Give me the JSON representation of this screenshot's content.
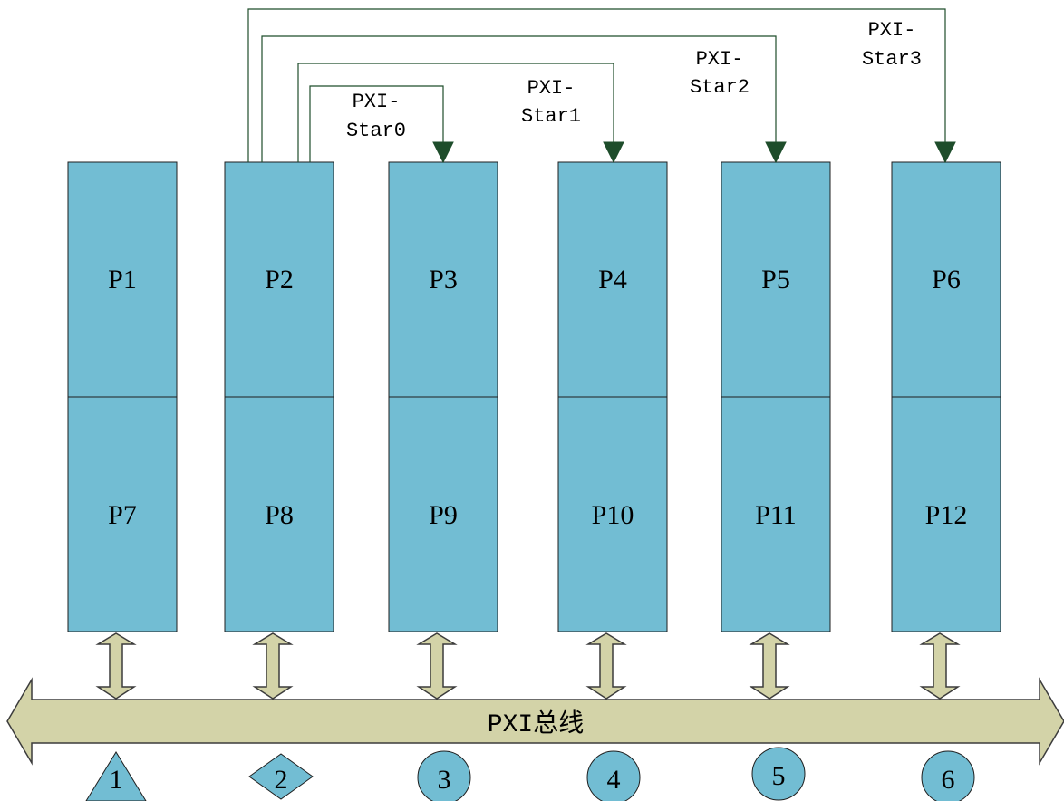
{
  "colors": {
    "slot_fill": "#72BDD3",
    "slot_stroke": "#1F1F1F",
    "bus_fill": "#D3D3A8",
    "bus_stroke": "#3C3C3C",
    "trigger_line": "#1E4D2B",
    "marker_fill": "#72BDD3"
  },
  "top_slots": [
    "P1",
    "P2",
    "P3",
    "P4",
    "P5",
    "P6"
  ],
  "bottom_slots": [
    "P7",
    "P8",
    "P9",
    "P10",
    "P11",
    "P12"
  ],
  "star_triggers": [
    {
      "line1": "PXI-",
      "line2": "Star0",
      "target": "P3"
    },
    {
      "line1": "PXI-",
      "line2": "Star1",
      "target": "P4"
    },
    {
      "line1": "PXI-",
      "line2": "Star2",
      "target": "P5"
    },
    {
      "line1": "PXI-",
      "line2": "Star3",
      "target": "P6"
    }
  ],
  "bus": {
    "label": "PXI总线"
  },
  "markers": [
    {
      "label": "1",
      "shape": "triangle"
    },
    {
      "label": "2",
      "shape": "diamond"
    },
    {
      "label": "3",
      "shape": "circle"
    },
    {
      "label": "4",
      "shape": "circle"
    },
    {
      "label": "5",
      "shape": "circle"
    },
    {
      "label": "6",
      "shape": "circle"
    }
  ]
}
